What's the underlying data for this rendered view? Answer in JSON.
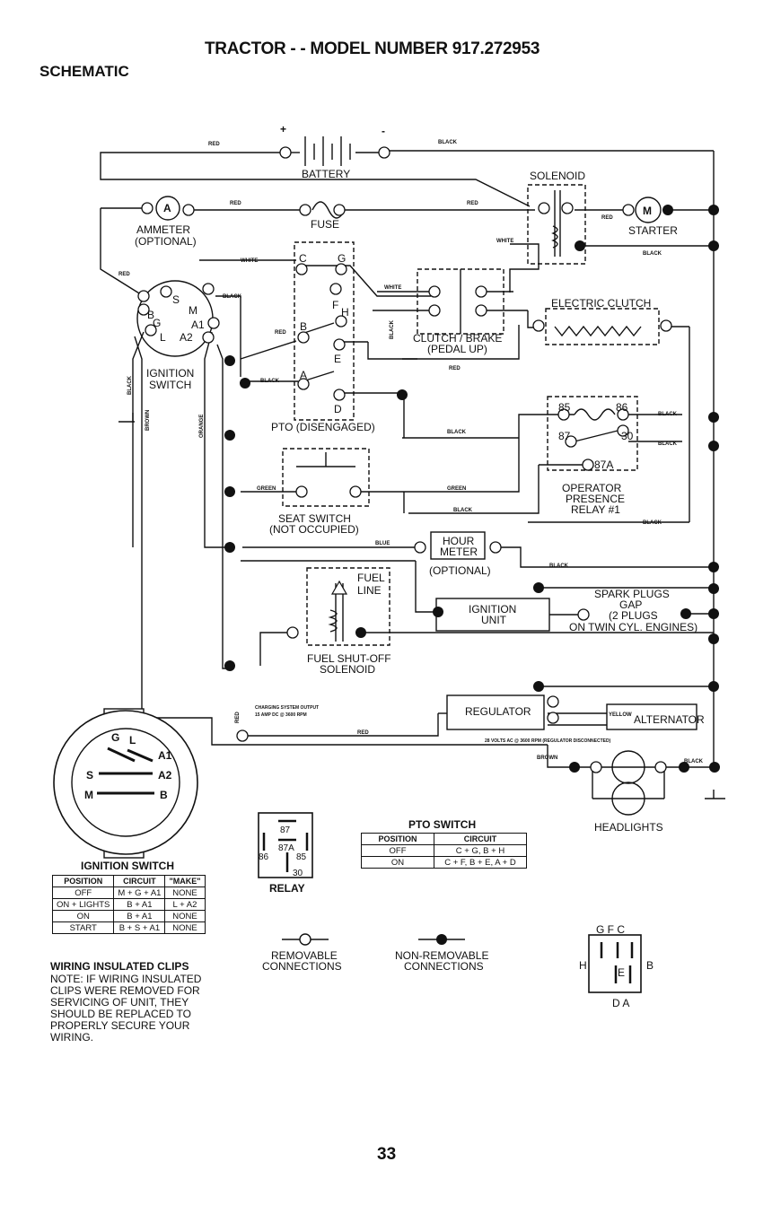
{
  "header": {
    "title": "TRACTOR - - MODEL NUMBER 917.272953",
    "section": "SCHEMATIC"
  },
  "components": {
    "battery": "BATTERY",
    "battery_plus": "+",
    "battery_minus": "-",
    "solenoid": "SOLENOID",
    "ammeter_letter": "A",
    "ammeter": "AMMETER",
    "ammeter_opt": "(OPTIONAL)",
    "fuse": "FUSE",
    "starter_letter": "M",
    "starter": "STARTER",
    "electric_clutch": "ELECTRIC CLUTCH",
    "clutch_brake_1": "CLUTCH / BRAKE",
    "clutch_brake_2": "(PEDAL UP)",
    "ignition_switch_1": "IGNITION",
    "ignition_switch_2": "SWITCH",
    "pto": "PTO (DISENGAGED)",
    "relay_1": "OPERATOR",
    "relay_2": "PRESENCE",
    "relay_3": "RELAY #1",
    "seat_1": "SEAT SWITCH",
    "seat_2": "(NOT OCCUPIED)",
    "hour_1": "HOUR",
    "hour_2": "METER",
    "hour_opt": "(OPTIONAL)",
    "fuel_1": "FUEL",
    "fuel_2": "LINE",
    "fuel_sol_1": "FUEL SHUT-OFF",
    "fuel_sol_2": "SOLENOID",
    "ign_unit_1": "IGNITION",
    "ign_unit_2": "UNIT",
    "spark_1": "SPARK PLUGS",
    "spark_2": "GAP",
    "spark_3": "(2 PLUGS",
    "spark_4": "ON TWIN CYL. ENGINES)",
    "regulator": "REGULATOR",
    "alternator": "ALTERNATOR",
    "alt_note": "28 VOLTS AC @ 3600 RPM (REGULATOR DISCONNECTED)",
    "charging_1": "CHARGING SYSTEM OUTPUT",
    "charging_2": "15 AMP DC @ 3600 RPM",
    "headlights": "HEADLIGHTS"
  },
  "terminals": {
    "ign": [
      "B",
      "S",
      "M",
      "G",
      "A1",
      "L",
      "A2"
    ],
    "pto": [
      "C",
      "G",
      "F",
      "H",
      "B",
      "A",
      "E",
      "D"
    ],
    "relay": [
      "85",
      "86",
      "87",
      "30",
      "87A"
    ]
  },
  "wires": {
    "red": "RED",
    "black": "BLACK",
    "white": "WHITE",
    "green": "GREEN",
    "blue": "BLUE",
    "brown": "BROWN",
    "orange": "ORANGE",
    "yellow": "YELLOW"
  },
  "ign_switch_diagram": {
    "title": "IGNITION SWITCH",
    "letters": [
      "G",
      "L",
      "A1",
      "S",
      "A2",
      "M",
      "B"
    ],
    "headers": [
      "POSITION",
      "CIRCUIT",
      "\"MAKE\""
    ],
    "rows": [
      [
        "OFF",
        "M + G + A1",
        "NONE"
      ],
      [
        "ON + LIGHTS",
        "B + A1",
        "L + A2"
      ],
      [
        "ON",
        "B + A1",
        "NONE"
      ],
      [
        "START",
        "B + S + A1",
        "NONE"
      ]
    ]
  },
  "relay_diagram": {
    "label": "RELAY",
    "pins": [
      "87",
      "87A",
      "86",
      "85",
      "30"
    ]
  },
  "pto_switch": {
    "title": "PTO SWITCH",
    "headers": [
      "POSITION",
      "CIRCUIT"
    ],
    "rows": [
      [
        "OFF",
        "C + G, B + H"
      ],
      [
        "ON",
        "C + F, B + E, A + D"
      ]
    ]
  },
  "pto_pinout": {
    "top": "G F C",
    "left": "H",
    "middle": "E",
    "right": "B",
    "bottom": "D A"
  },
  "legend": {
    "removable_1": "REMOVABLE",
    "removable_2": "CONNECTIONS",
    "nonremovable_1": "NON-REMOVABLE",
    "nonremovable_2": "CONNECTIONS"
  },
  "note": {
    "title": "WIRING INSULATED CLIPS",
    "text": "NOTE: IF WIRING INSULATED CLIPS WERE REMOVED FOR SERVICING OF UNIT, THEY SHOULD BE REPLACED TO PROPERLY SECURE YOUR WIRING."
  },
  "page_number": "33"
}
